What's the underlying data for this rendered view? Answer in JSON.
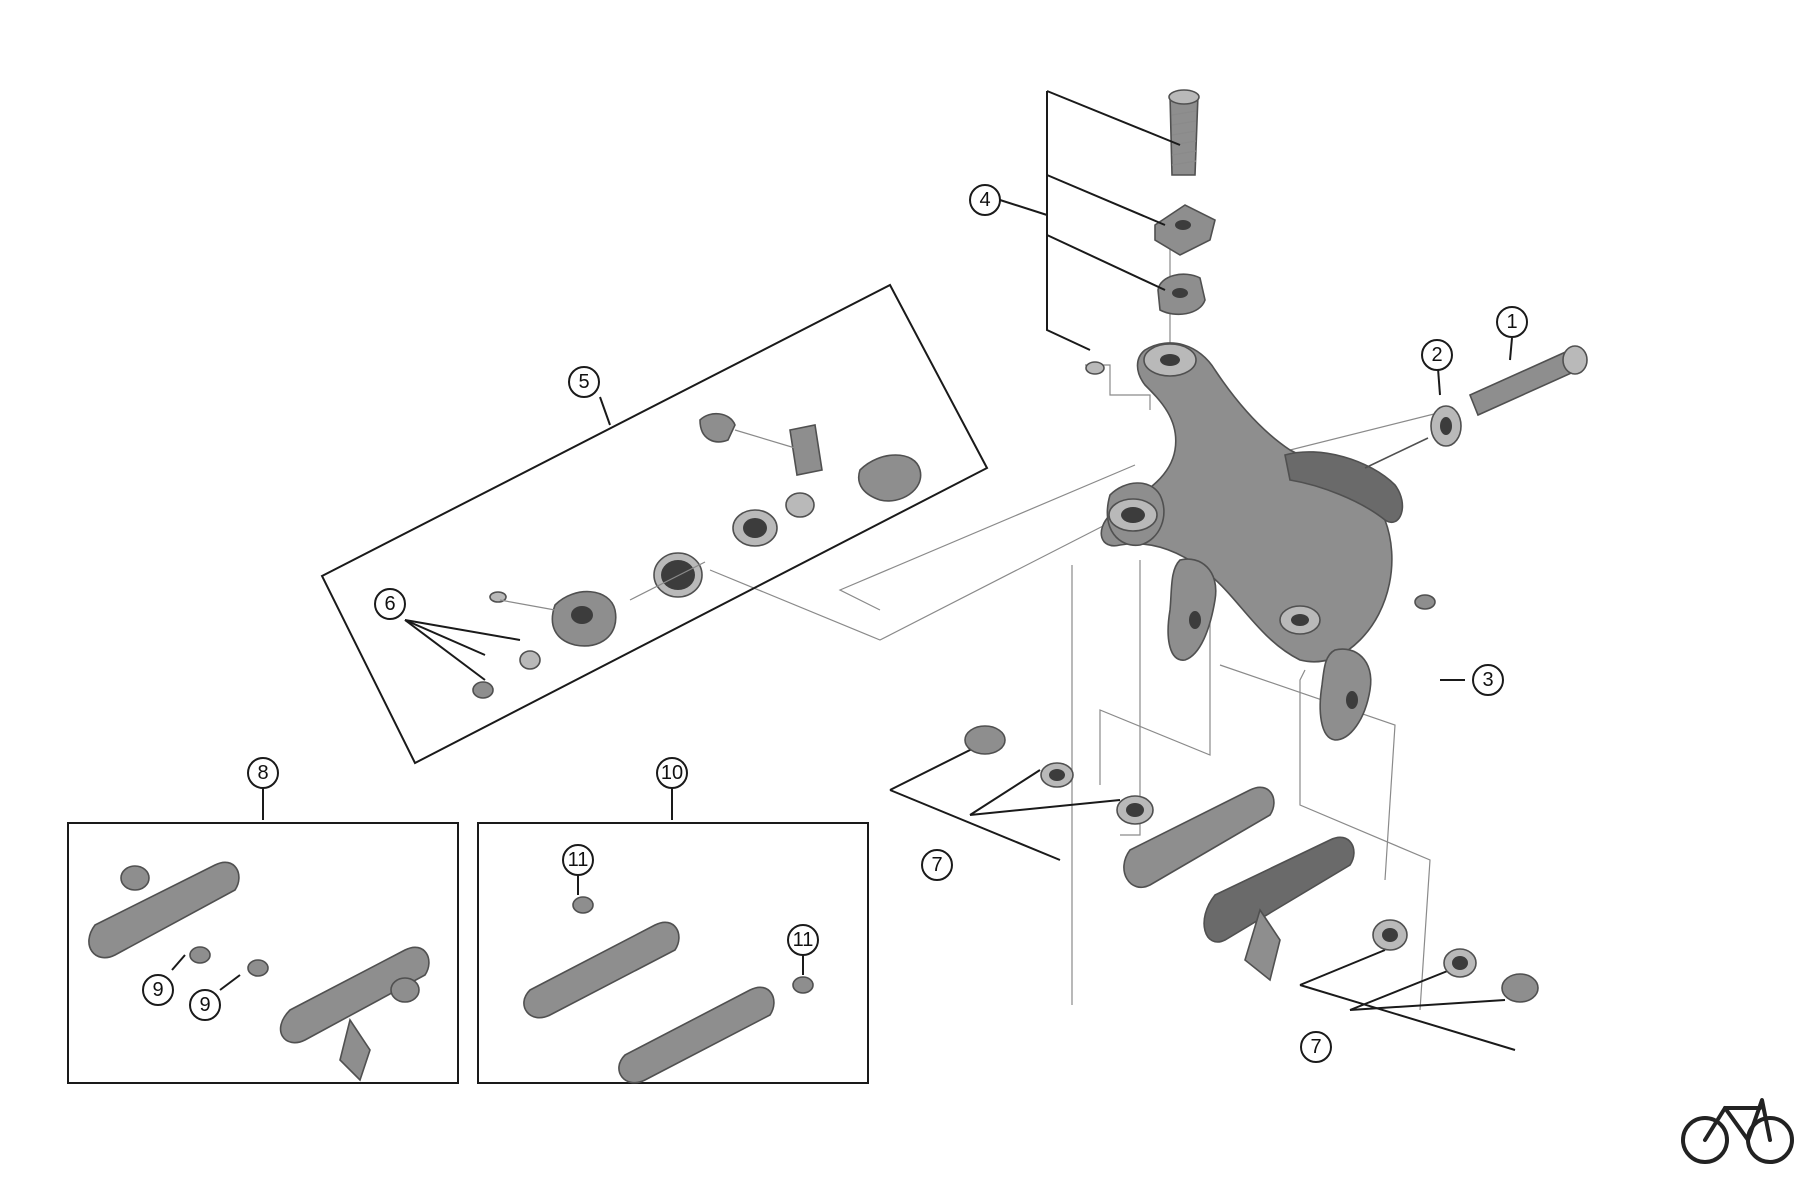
{
  "diagram": {
    "callouts": [
      {
        "id": "c1",
        "label": "1"
      },
      {
        "id": "c2",
        "label": "2"
      },
      {
        "id": "c3",
        "label": "3"
      },
      {
        "id": "c4",
        "label": "4"
      },
      {
        "id": "c5",
        "label": "5"
      },
      {
        "id": "c6",
        "label": "6"
      },
      {
        "id": "c7a",
        "label": "7"
      },
      {
        "id": "c7b",
        "label": "7"
      },
      {
        "id": "c8",
        "label": "8"
      },
      {
        "id": "c9a",
        "label": "9"
      },
      {
        "id": "c9b",
        "label": "9"
      },
      {
        "id": "c10",
        "label": "10"
      },
      {
        "id": "c11a",
        "label": "11"
      },
      {
        "id": "c11b",
        "label": "11"
      }
    ],
    "logo": {
      "icon": "bicycle-icon"
    },
    "colors": {
      "part": "#8e8e8e",
      "line": "#1a1a1a",
      "guide": "#8a8a8a"
    }
  }
}
